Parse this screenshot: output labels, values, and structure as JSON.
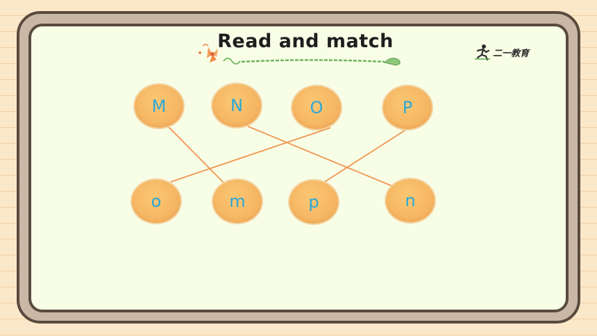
{
  "title": "Read and match",
  "logo": {
    "text": "二一教育",
    "icon": "runner-icon"
  },
  "uppercase": [
    "M",
    "N",
    "O",
    "P"
  ],
  "lowercase": [
    "o",
    "m",
    "p",
    "n"
  ],
  "matches": [
    {
      "upper": "M",
      "lower": "m"
    },
    {
      "upper": "N",
      "lower": "n"
    },
    {
      "upper": "O",
      "lower": "o"
    },
    {
      "upper": "P",
      "lower": "p"
    }
  ],
  "colors": {
    "line": "#f0964f",
    "letter": "#2aa7d8",
    "bubble": "#f6b865",
    "board": "#f8fde6",
    "frame_border": "#5a4a3e"
  }
}
